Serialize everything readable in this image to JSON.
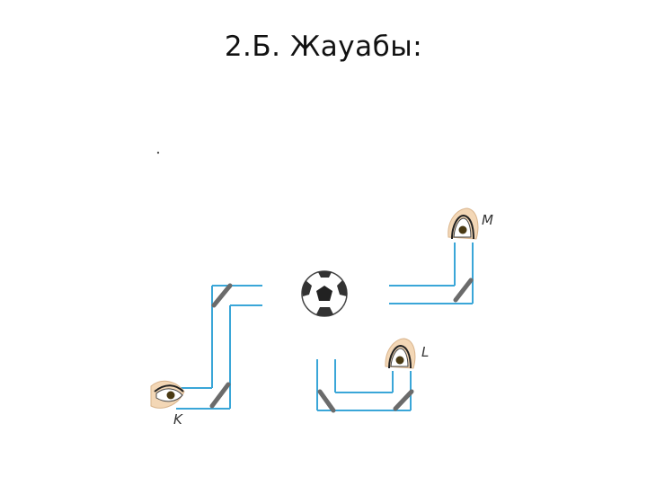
{
  "title": "2.Б. Жауабы:",
  "labels": {
    "K": "K",
    "L": "L",
    "M": "M"
  },
  "icons": {
    "ball": "soccer-ball-icon",
    "observer": "eye-icon",
    "mirror": "mirror-icon"
  },
  "colors": {
    "tube": "#3aa6d8",
    "mirror": "#6b6b6b",
    "skin": "#f3d7b6",
    "iris": "#4a3a14",
    "text": "#111111"
  }
}
